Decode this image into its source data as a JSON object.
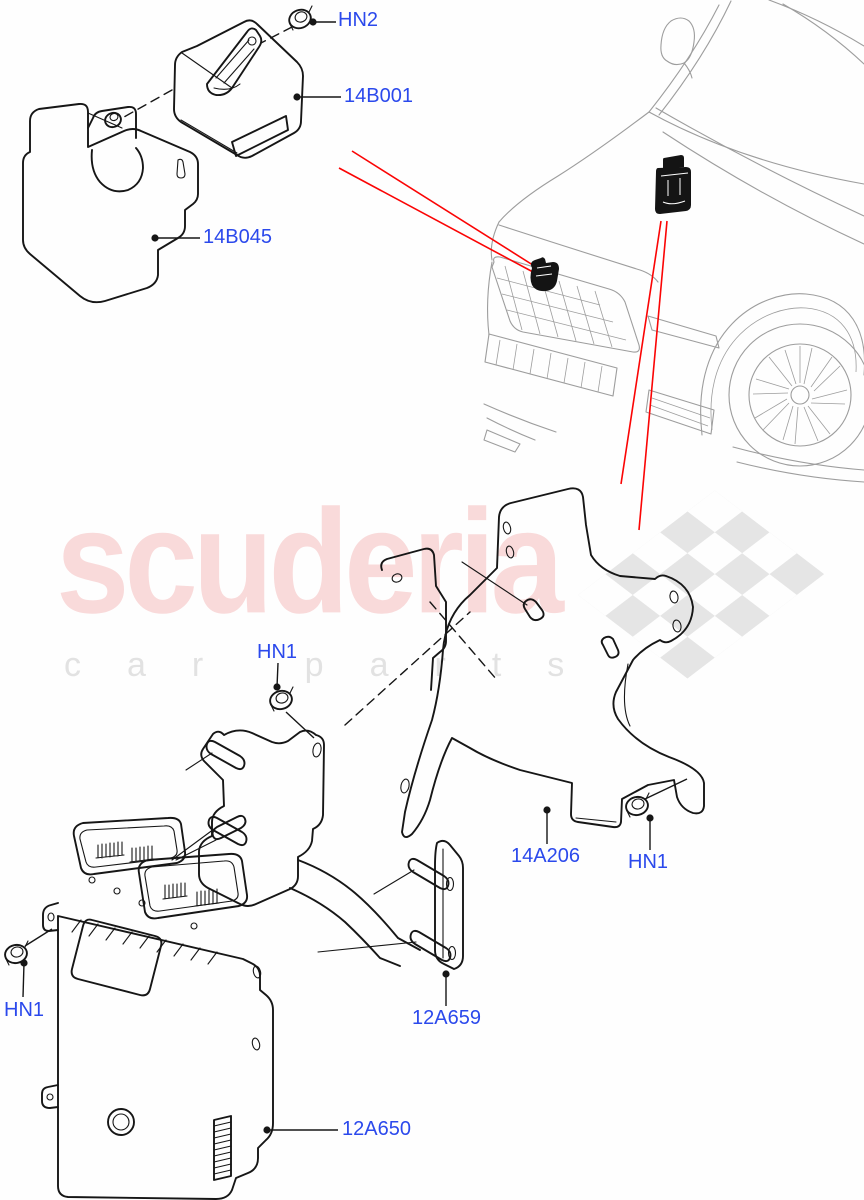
{
  "watermark": {
    "brand": "scuderia",
    "tagline": "car parts"
  },
  "colors": {
    "bg": "#fefefe",
    "label": "#2b49ec",
    "line": "#161616",
    "car": "#9d9d9d",
    "red": "#fb0404",
    "brand-pink": "#f9dada",
    "tagline-gray": "#e2e2e2",
    "flag-gray": "#e4e4e4"
  },
  "labels": {
    "hn2": "HN2",
    "b14b001": "14B001",
    "b14b045": "14B045",
    "hn1_mid": "HN1",
    "a14a206": "14A206",
    "hn1_right": "HN1",
    "a12a659": "12A659",
    "hn1_left": "HN1",
    "a12a650": "12A650"
  }
}
